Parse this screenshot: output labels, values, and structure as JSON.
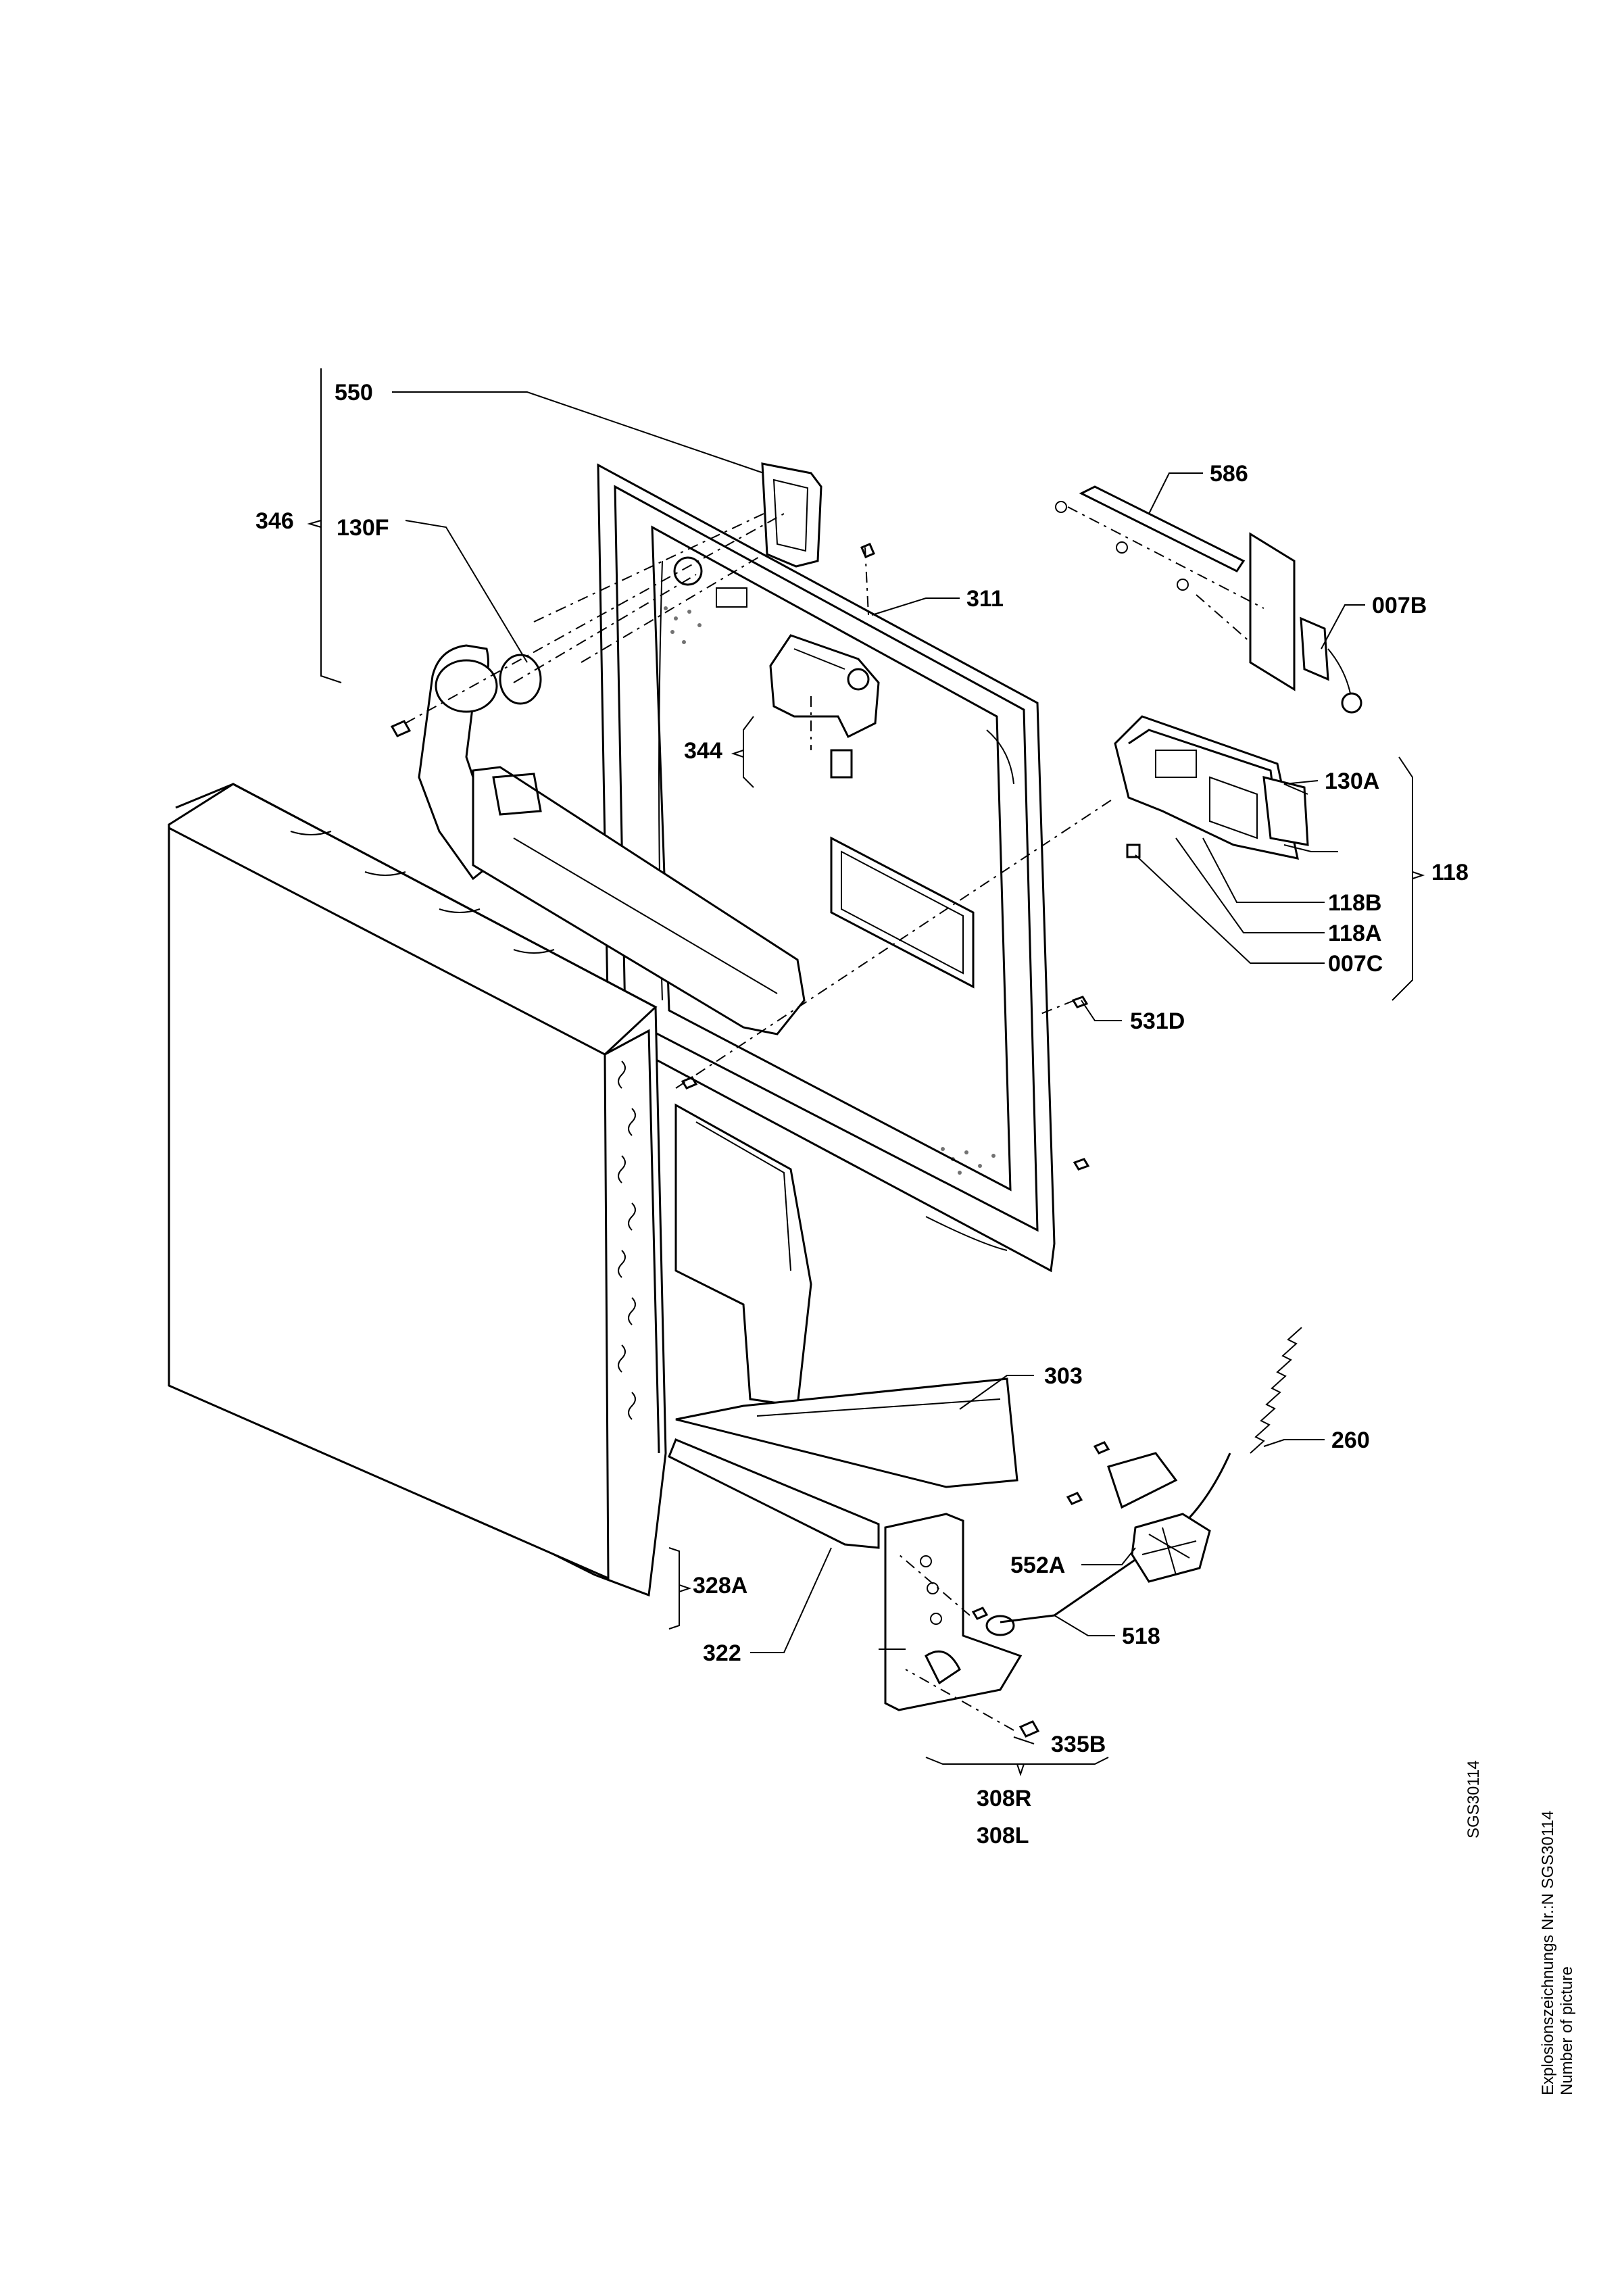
{
  "labels": {
    "l550": "550",
    "l346": "346",
    "l130F": "130F",
    "l586": "586",
    "l311": "311",
    "l007B": "007B",
    "l344": "344",
    "l130A": "130A",
    "l118": "118",
    "l118B": "118B",
    "l118A": "118A",
    "l007C": "007C",
    "l531D": "531D",
    "l303": "303",
    "l260": "260",
    "l552A": "552A",
    "l518": "518",
    "l328A": "328A",
    "l322": "322",
    "l335B": "335B",
    "l308R": "308R",
    "l308L": "308L"
  },
  "side": {
    "code": "SGS30114",
    "caption_line1": "Explosionszeichnungs Nr.:N SGS30114",
    "caption_line2": "Number of picture"
  }
}
